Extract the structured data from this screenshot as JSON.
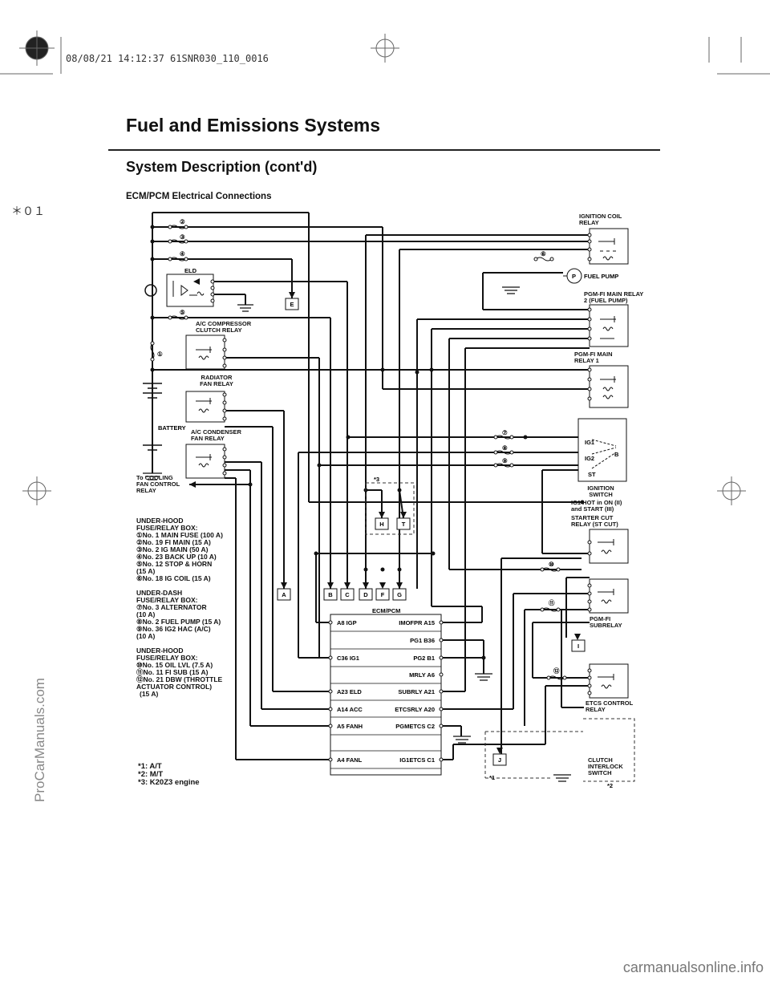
{
  "header": {
    "title": "Fuel and Emissions Systems",
    "subtitle": "System Description (cont'd)",
    "diagram_title": "ECM/PCM Electrical Connections",
    "stamp": "08/08/21 14:12:37 61SNR030_110_0016",
    "page_note": "＊０１"
  },
  "watermarks": {
    "side": "ProCarManuals.com",
    "footer": "carmanualsonline.info"
  },
  "components": {
    "ignition_coil_relay": "IGNITION COIL RELAY",
    "fuel_pump": "FUEL PUMP",
    "pump_symbol": "P",
    "pgm_fi_main_relay_2": "PGM-FI MAIN RELAY 2 (FUEL PUMP)",
    "pgm_fi_main_relay_1": "PGM-FI MAIN RELAY 1",
    "eld": "ELD",
    "ac_compressor_clutch_relay": "A/C COMPRESSOR CLUTCH RELAY",
    "radiator_fan_relay": "RADIATOR FAN RELAY",
    "battery": "BATTERY",
    "ac_condenser_fan_relay": "A/C CONDENSER FAN RELAY",
    "to_cooling_fan_control_relay": "To COOLING FAN CONTROL RELAY",
    "ignition_switch": "IGNITION SWITCH",
    "ig1": "IG1",
    "ig2": "IG2",
    "st": "ST",
    "b": "B",
    "ig1_hot_note": "IG1 HOT in ON (II) and START (III)",
    "starter_cut_relay": "STARTER CUT RELAY (ST CUT)",
    "pgm_fi_subrelay": "PGM-FI SUBRELAY",
    "etcs_control_relay": "ETCS CONTROL RELAY",
    "clutch_interlock_switch": "CLUTCH INTERLOCK SWITCH",
    "ecm_pcm": "ECM/PCM",
    "k20z3_mark": "*3",
    "at_mark": "*1",
    "mt_mark": "*2"
  },
  "connectors": [
    "E",
    "A",
    "B",
    "C",
    "D",
    "F",
    "G",
    "H",
    "T",
    "I",
    "J"
  ],
  "fuse_markers": [
    "①",
    "②",
    "③",
    "④",
    "⑤",
    "⑥",
    "⑦",
    "⑧",
    "⑨",
    "⑩",
    "⑪",
    "⑫"
  ],
  "ecm_pins_left": [
    "A8 IGP",
    "C36 IG1",
    "A23 ELD",
    "A14 ACC",
    "A5 FANH",
    "A4 FANL"
  ],
  "ecm_pins_right": [
    "IMOFPR A15",
    "PG1 B36",
    "PG2 B1",
    "MRLY A6",
    "SUBRLY A21",
    "ETCSRLY A20",
    "PGMETCS C2",
    "IG1ETCS C1"
  ],
  "legend": {
    "underhood_title": "UNDER-HOOD FUSE/RELAY BOX:",
    "underhood_items": [
      "①No. 1 MAIN FUSE (100 A)",
      "②No. 19 FI MAIN (15 A)",
      "③No. 2 IG MAIN (50 A)",
      "④No. 23 BACK UP (10 A)",
      "⑤No. 12 STOP & HORN",
      "(15 A)",
      "⑥No. 18 IG COIL (15 A)"
    ],
    "underdash_title": "UNDER-DASH FUSE/RELAY BOX:",
    "underdash_items": [
      "⑦No. 3 ALTERNATOR",
      "(10 A)",
      "⑧No. 2 FUEL PUMP (15 A)",
      "⑨No. 36 IG2 HAC (A/C)",
      "(10 A)"
    ],
    "underhood2_title": "UNDER-HOOD FUSE/RELAY BOX:",
    "underhood2_items": [
      "⑩No. 15 OIL LVL (7.5 A)",
      "⑪No. 11 FI SUB (15 A)",
      "⑫No. 21 DBW (THROTTLE",
      "ACTUATOR CONTROL)",
      "(15 A)"
    ]
  },
  "notes": [
    "*1: A/T",
    "*2: M/T",
    "*3: K20Z3 engine"
  ]
}
